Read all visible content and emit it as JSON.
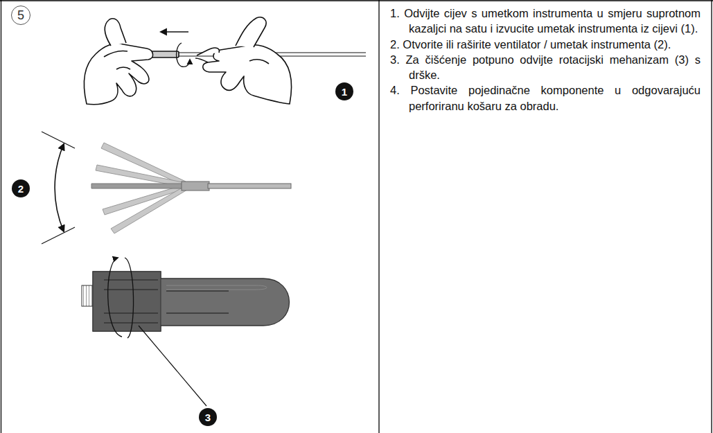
{
  "diagram": {
    "nodes": [
      {
        "text": [
          "5"
        ]
      },
      {
        "text": [
          "1"
        ]
      },
      {
        "text": [
          "2"
        ]
      },
      {
        "text": [
          "3"
        ]
      }
    ],
    "labels": [
      "1. Odvijte cijev s umetkom instrumenta u smjeru suprotnom kazaljci na satu i izvucite umetak instrumenta iz cijevi (1).",
      "2. Otvorite ili raširite ventilator / umetak instrumenta (2).",
      "3. Za čišćenje potpuno odvijte rotacijski mehanizam (3) s drške.",
      "4. Postavite pojedinačne komponente u odgovarajuću perforiranu košaru za obradu."
    ]
  }
}
